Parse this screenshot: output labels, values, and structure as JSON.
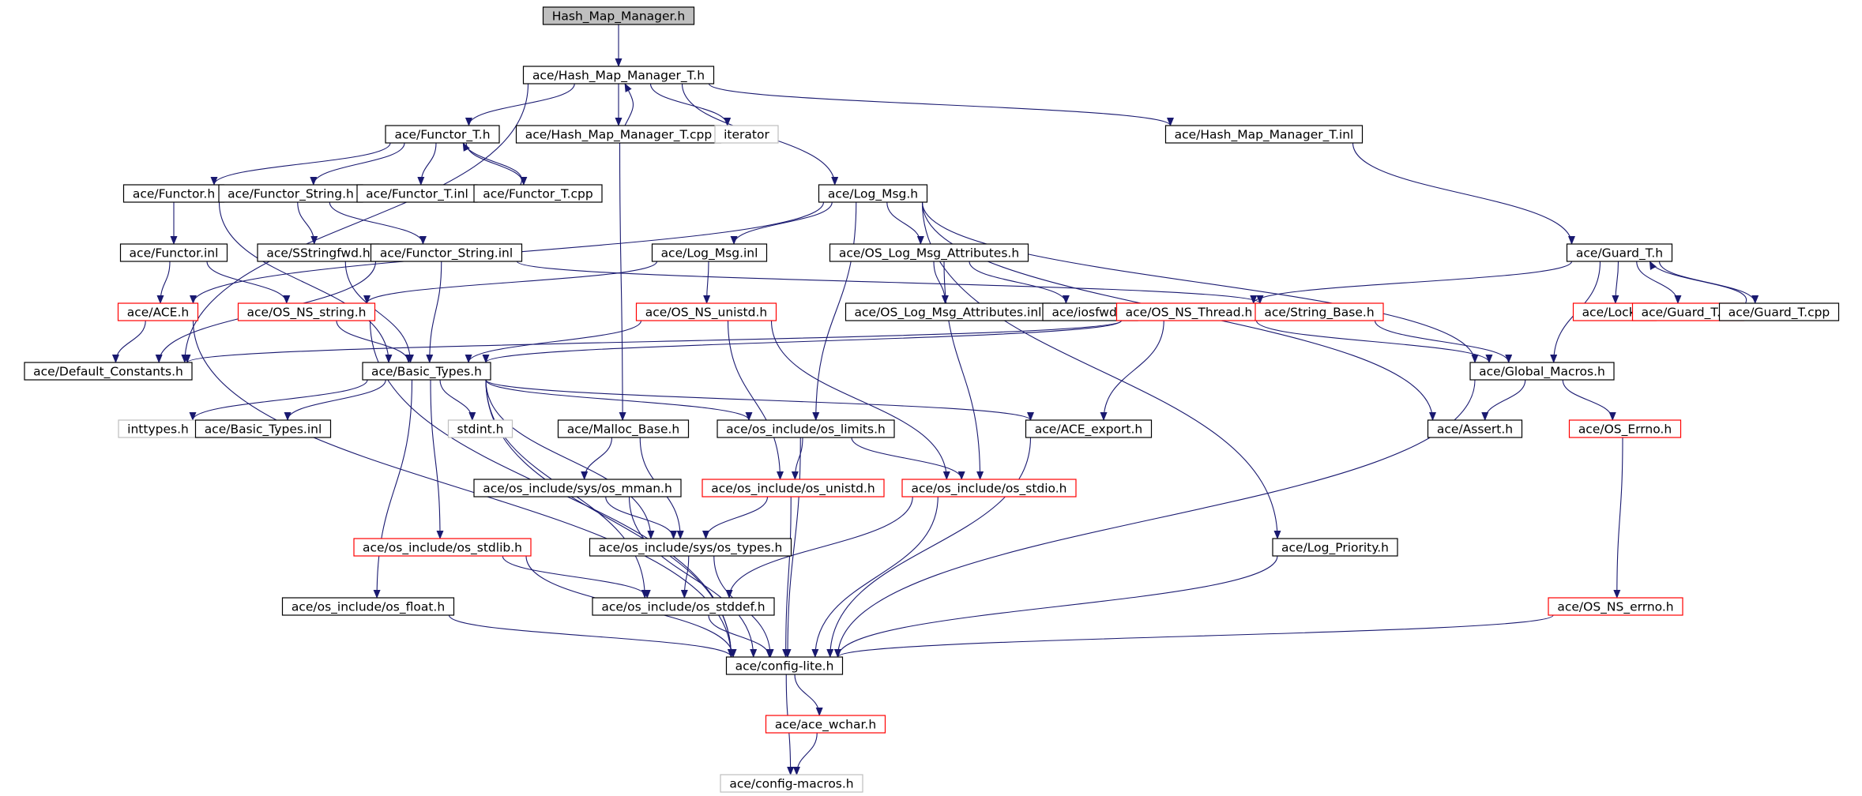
{
  "colors": {
    "edge": "#191970",
    "border_normal": "#000000",
    "border_truncated": "#ff0000",
    "border_external": "#bfbfbf",
    "fill_root": "#bfbfbf",
    "fill_default": "#ffffff"
  },
  "graph": {
    "nodes": [
      {
        "id": "root",
        "label": "Hash_Map_Manager.h",
        "kind": "root"
      },
      {
        "id": "hmmt_h",
        "label": "ace/Hash_Map_Manager_T.h",
        "kind": "normal"
      },
      {
        "id": "functor_t_h",
        "label": "ace/Functor_T.h",
        "kind": "normal"
      },
      {
        "id": "hmmt_cpp",
        "label": "ace/Hash_Map_Manager_T.cpp",
        "kind": "normal"
      },
      {
        "id": "iterator",
        "label": "iterator",
        "kind": "external"
      },
      {
        "id": "hmmt_inl",
        "label": "ace/Hash_Map_Manager_T.inl",
        "kind": "normal"
      },
      {
        "id": "functor_h",
        "label": "ace/Functor.h",
        "kind": "normal"
      },
      {
        "id": "functor_string_h",
        "label": "ace/Functor_String.h",
        "kind": "normal"
      },
      {
        "id": "functor_t_inl",
        "label": "ace/Functor_T.inl",
        "kind": "normal"
      },
      {
        "id": "functor_t_cpp",
        "label": "ace/Functor_T.cpp",
        "kind": "normal"
      },
      {
        "id": "log_msg_h",
        "label": "ace/Log_Msg.h",
        "kind": "normal"
      },
      {
        "id": "functor_inl",
        "label": "ace/Functor.inl",
        "kind": "normal"
      },
      {
        "id": "sstringfwd",
        "label": "ace/SStringfwd.h",
        "kind": "normal"
      },
      {
        "id": "functor_string_inl",
        "label": "ace/Functor_String.inl",
        "kind": "normal"
      },
      {
        "id": "log_msg_inl",
        "label": "ace/Log_Msg.inl",
        "kind": "normal"
      },
      {
        "id": "os_log_msg_attr_h",
        "label": "ace/OS_Log_Msg_Attributes.h",
        "kind": "normal"
      },
      {
        "id": "guard_t_h",
        "label": "ace/Guard_T.h",
        "kind": "normal"
      },
      {
        "id": "ace_h",
        "label": "ace/ACE.h",
        "kind": "truncated"
      },
      {
        "id": "os_ns_string",
        "label": "ace/OS_NS_string.h",
        "kind": "truncated"
      },
      {
        "id": "os_ns_unistd",
        "label": "ace/OS_NS_unistd.h",
        "kind": "truncated"
      },
      {
        "id": "os_log_msg_attr_inl",
        "label": "ace/OS_Log_Msg_Attributes.inl",
        "kind": "normal"
      },
      {
        "id": "iosfwd",
        "label": "ace/iosfwd.h",
        "kind": "normal"
      },
      {
        "id": "os_ns_thread",
        "label": "ace/OS_NS_Thread.h",
        "kind": "truncated"
      },
      {
        "id": "string_base",
        "label": "ace/String_Base.h",
        "kind": "truncated"
      },
      {
        "id": "lock_h",
        "label": "ace/Lock.h",
        "kind": "truncated"
      },
      {
        "id": "guard_t_inl",
        "label": "ace/Guard_T.inl",
        "kind": "truncated"
      },
      {
        "id": "guard_t_cpp",
        "label": "ace/Guard_T.cpp",
        "kind": "normal"
      },
      {
        "id": "default_constants",
        "label": "ace/Default_Constants.h",
        "kind": "normal"
      },
      {
        "id": "basic_types_h",
        "label": "ace/Basic_Types.h",
        "kind": "normal"
      },
      {
        "id": "global_macros",
        "label": "ace/Global_Macros.h",
        "kind": "normal"
      },
      {
        "id": "inttypes",
        "label": "inttypes.h",
        "kind": "external"
      },
      {
        "id": "basic_types_inl",
        "label": "ace/Basic_Types.inl",
        "kind": "normal"
      },
      {
        "id": "stdint",
        "label": "stdint.h",
        "kind": "external"
      },
      {
        "id": "malloc_base",
        "label": "ace/Malloc_Base.h",
        "kind": "normal"
      },
      {
        "id": "os_limits",
        "label": "ace/os_include/os_limits.h",
        "kind": "normal"
      },
      {
        "id": "ace_export",
        "label": "ace/ACE_export.h",
        "kind": "normal"
      },
      {
        "id": "assert_h",
        "label": "ace/Assert.h",
        "kind": "normal"
      },
      {
        "id": "os_errno_ace",
        "label": "ace/OS_Errno.h",
        "kind": "truncated"
      },
      {
        "id": "sys_os_mman",
        "label": "ace/os_include/sys/os_mman.h",
        "kind": "normal"
      },
      {
        "id": "os_unistd",
        "label": "ace/os_include/os_unistd.h",
        "kind": "truncated"
      },
      {
        "id": "os_stdio",
        "label": "ace/os_include/os_stdio.h",
        "kind": "truncated"
      },
      {
        "id": "os_stdlib",
        "label": "ace/os_include/os_stdlib.h",
        "kind": "truncated"
      },
      {
        "id": "sys_os_types",
        "label": "ace/os_include/sys/os_types.h",
        "kind": "normal"
      },
      {
        "id": "log_priority",
        "label": "ace/Log_Priority.h",
        "kind": "normal"
      },
      {
        "id": "os_float",
        "label": "ace/os_include/os_float.h",
        "kind": "normal"
      },
      {
        "id": "os_stddef",
        "label": "ace/os_include/os_stddef.h",
        "kind": "normal"
      },
      {
        "id": "os_ns_errno",
        "label": "ace/OS_NS_errno.h",
        "kind": "truncated"
      },
      {
        "id": "config_lite",
        "label": "ace/config-lite.h",
        "kind": "normal"
      },
      {
        "id": "ace_wchar",
        "label": "ace/ace_wchar.h",
        "kind": "truncated"
      },
      {
        "id": "config_macros",
        "label": "ace/config-macros.h",
        "kind": "external"
      }
    ],
    "edges": [
      [
        "root",
        "hmmt_h"
      ],
      [
        "hmmt_h",
        "default_constants"
      ],
      [
        "hmmt_h",
        "functor_t_h"
      ],
      [
        "hmmt_h",
        "hmmt_cpp"
      ],
      [
        "hmmt_cpp",
        "hmmt_h"
      ],
      [
        "hmmt_h",
        "iterator"
      ],
      [
        "hmmt_h",
        "log_msg_h"
      ],
      [
        "hmmt_h",
        "hmmt_inl"
      ],
      [
        "hmmt_inl",
        "guard_t_h"
      ],
      [
        "functor_t_h",
        "functor_h"
      ],
      [
        "functor_t_h",
        "functor_string_h"
      ],
      [
        "functor_t_h",
        "functor_t_inl"
      ],
      [
        "functor_t_h",
        "functor_t_cpp"
      ],
      [
        "functor_t_cpp",
        "functor_t_h"
      ],
      [
        "functor_h",
        "functor_inl"
      ],
      [
        "functor_h",
        "basic_types_h"
      ],
      [
        "functor_inl",
        "ace_h"
      ],
      [
        "functor_inl",
        "os_ns_string"
      ],
      [
        "functor_string_h",
        "sstringfwd"
      ],
      [
        "functor_string_h",
        "functor_string_inl"
      ],
      [
        "sstringfwd",
        "basic_types_h"
      ],
      [
        "functor_string_inl",
        "default_constants"
      ],
      [
        "functor_string_inl",
        "string_base"
      ],
      [
        "functor_string_inl",
        "basic_types_h"
      ],
      [
        "hmmt_cpp",
        "malloc_base"
      ],
      [
        "log_msg_h",
        "log_msg_inl"
      ],
      [
        "log_msg_h",
        "os_log_msg_attr_h"
      ],
      [
        "log_msg_h",
        "ace_h"
      ],
      [
        "log_msg_h",
        "os_limits"
      ],
      [
        "log_msg_h",
        "log_priority"
      ],
      [
        "log_msg_h",
        "assert_h"
      ],
      [
        "log_msg_h",
        "global_macros"
      ],
      [
        "log_msg_inl",
        "os_ns_unistd"
      ],
      [
        "log_msg_inl",
        "os_ns_string"
      ],
      [
        "os_log_msg_attr_h",
        "os_log_msg_attr_inl"
      ],
      [
        "os_log_msg_attr_h",
        "iosfwd"
      ],
      [
        "os_log_msg_attr_h",
        "os_stdio"
      ],
      [
        "guard_t_h",
        "lock_h"
      ],
      [
        "guard_t_h",
        "guard_t_inl"
      ],
      [
        "guard_t_h",
        "guard_t_cpp"
      ],
      [
        "guard_t_cpp",
        "guard_t_h"
      ],
      [
        "guard_t_h",
        "os_ns_thread"
      ],
      [
        "guard_t_h",
        "global_macros"
      ],
      [
        "ace_h",
        "default_constants"
      ],
      [
        "ace_h",
        "config_lite"
      ],
      [
        "os_ns_string",
        "basic_types_h"
      ],
      [
        "os_ns_string",
        "config_lite"
      ],
      [
        "os_ns_unistd",
        "basic_types_h"
      ],
      [
        "os_ns_unistd",
        "os_unistd"
      ],
      [
        "os_ns_unistd",
        "os_stdio"
      ],
      [
        "os_ns_thread",
        "default_constants"
      ],
      [
        "os_ns_thread",
        "global_macros"
      ],
      [
        "os_ns_thread",
        "basic_types_h"
      ],
      [
        "os_ns_thread",
        "ace_export"
      ],
      [
        "string_base",
        "global_macros"
      ],
      [
        "basic_types_h",
        "inttypes"
      ],
      [
        "basic_types_h",
        "basic_types_inl"
      ],
      [
        "basic_types_h",
        "stdint"
      ],
      [
        "basic_types_h",
        "os_limits"
      ],
      [
        "basic_types_h",
        "ace_export"
      ],
      [
        "basic_types_h",
        "os_stdlib"
      ],
      [
        "basic_types_h",
        "os_float"
      ],
      [
        "basic_types_h",
        "os_stddef"
      ],
      [
        "basic_types_h",
        "sys_os_types"
      ],
      [
        "basic_types_h",
        "config_lite"
      ],
      [
        "global_macros",
        "assert_h"
      ],
      [
        "global_macros",
        "os_errno_ace"
      ],
      [
        "global_macros",
        "config_lite"
      ],
      [
        "os_errno_ace",
        "os_ns_errno"
      ],
      [
        "malloc_base",
        "sys_os_mman"
      ],
      [
        "malloc_base",
        "sys_os_types"
      ],
      [
        "os_limits",
        "os_unistd"
      ],
      [
        "os_limits",
        "os_stdio"
      ],
      [
        "os_limits",
        "config_lite"
      ],
      [
        "sys_os_mman",
        "sys_os_types"
      ],
      [
        "sys_os_mman",
        "config_lite"
      ],
      [
        "os_unistd",
        "sys_os_types"
      ],
      [
        "os_unistd",
        "config_lite"
      ],
      [
        "os_stdio",
        "os_stddef"
      ],
      [
        "os_stdio",
        "config_lite"
      ],
      [
        "os_stdlib",
        "os_stddef"
      ],
      [
        "os_stdlib",
        "config_lite"
      ],
      [
        "sys_os_types",
        "os_stddef"
      ],
      [
        "sys_os_types",
        "config_lite"
      ],
      [
        "os_float",
        "config_lite"
      ],
      [
        "os_stddef",
        "config_lite"
      ],
      [
        "ace_export",
        "config_lite"
      ],
      [
        "log_priority",
        "config_lite"
      ],
      [
        "os_ns_errno",
        "config_lite"
      ],
      [
        "config_lite",
        "ace_wchar"
      ],
      [
        "config_lite",
        "config_macros"
      ],
      [
        "ace_wchar",
        "config_macros"
      ]
    ]
  }
}
